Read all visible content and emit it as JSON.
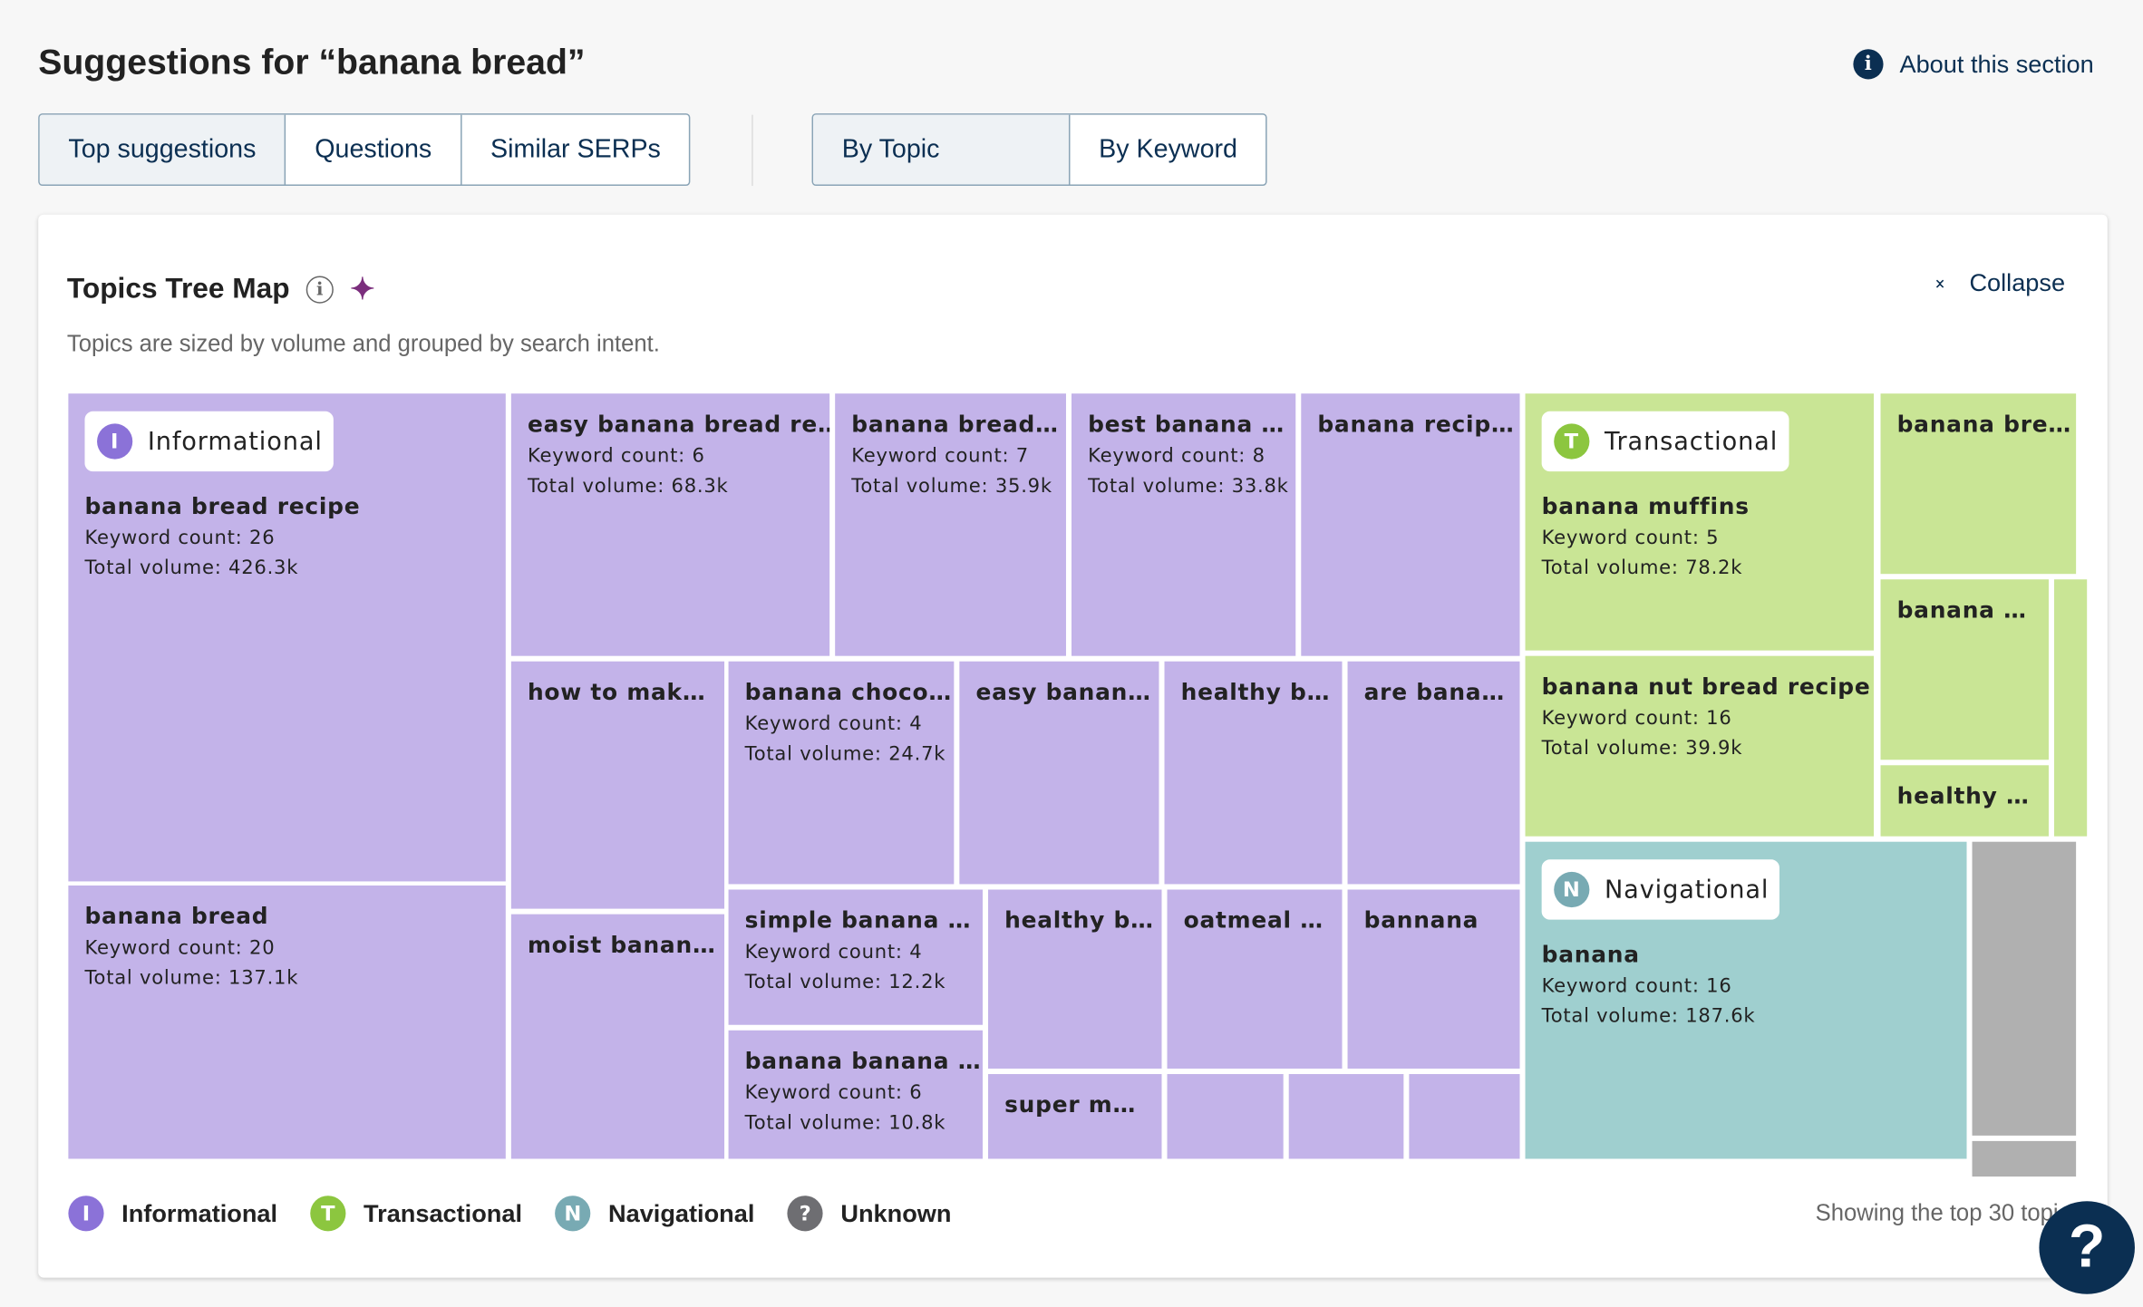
{
  "header": {
    "title": "Suggestions for “banana bread”",
    "about_label": "About this section",
    "about_icon": "info-icon"
  },
  "tabs": [
    {
      "label": "Top suggestions",
      "active": true
    },
    {
      "label": "Questions",
      "active": false
    },
    {
      "label": "Similar SERPs",
      "active": false
    }
  ],
  "view_toggle": [
    {
      "label": "By Topic",
      "active": true
    },
    {
      "label": "By Keyword",
      "active": false
    }
  ],
  "card": {
    "title": "Topics Tree Map",
    "subtitle": "Topics are sized by volume and grouped by search intent.",
    "collapse_label": "Collapse",
    "info_glyph": "i",
    "sparkle_glyph": "✦"
  },
  "intents": {
    "informational": {
      "label": "Informational",
      "letter": "I",
      "icon_color": "#8b72d8",
      "fill": "#c3b3e9"
    },
    "transactional": {
      "label": "Transactional",
      "letter": "T",
      "icon_color": "#8cc63f",
      "fill": "#c9e595"
    },
    "navigational": {
      "label": "Navigational",
      "letter": "N",
      "icon_color": "#78aab3",
      "fill": "#9fcfcf"
    },
    "unknown": {
      "label": "Unknown",
      "letter": "?",
      "icon_color": "#6e6e72",
      "fill": "#b0b0b0"
    }
  },
  "chart_data": {
    "type": "treemap",
    "kw_label": "Keyword count: ",
    "vol_label": "Total volume: ",
    "cells": [
      {
        "intent": "informational",
        "name": "banana bread recipe",
        "keyword_count": 26,
        "volume": "426.3k",
        "group_badge": true
      },
      {
        "intent": "informational",
        "name": "banana bread",
        "keyword_count": 20,
        "volume": "137.1k"
      },
      {
        "intent": "informational",
        "name": "easy banana bread re…",
        "keyword_count": 6,
        "volume": "68.3k"
      },
      {
        "intent": "informational",
        "name": "banana bread…",
        "keyword_count": 7,
        "volume": "35.9k"
      },
      {
        "intent": "informational",
        "name": "best banana …",
        "keyword_count": 8,
        "volume": "33.8k"
      },
      {
        "intent": "informational",
        "name": "banana recip…"
      },
      {
        "intent": "informational",
        "name": "how to mak…"
      },
      {
        "intent": "informational",
        "name": "moist banan…"
      },
      {
        "intent": "informational",
        "name": "banana choco…",
        "keyword_count": 4,
        "volume": "24.7k"
      },
      {
        "intent": "informational",
        "name": "easy banan…"
      },
      {
        "intent": "informational",
        "name": "healthy b…"
      },
      {
        "intent": "informational",
        "name": "are bana…"
      },
      {
        "intent": "informational",
        "name": "simple banana …",
        "keyword_count": 4,
        "volume": "12.2k"
      },
      {
        "intent": "informational",
        "name": "banana banana …",
        "keyword_count": 6,
        "volume": "10.8k"
      },
      {
        "intent": "informational",
        "name": "healthy b…"
      },
      {
        "intent": "informational",
        "name": "oatmeal …"
      },
      {
        "intent": "informational",
        "name": "bannana"
      },
      {
        "intent": "informational",
        "name": "super m…"
      },
      {
        "intent": "informational",
        "name": ""
      },
      {
        "intent": "informational",
        "name": ""
      },
      {
        "intent": "informational",
        "name": ""
      },
      {
        "intent": "transactional",
        "name": "banana muffins",
        "keyword_count": 5,
        "volume": "78.2k",
        "group_badge": true
      },
      {
        "intent": "transactional",
        "name": "banana nut bread recipe",
        "keyword_count": 16,
        "volume": "39.9k"
      },
      {
        "intent": "transactional",
        "name": "banana bre…"
      },
      {
        "intent": "transactional",
        "name": "banana …"
      },
      {
        "intent": "transactional",
        "name": "healthy …"
      },
      {
        "intent": "transactional",
        "name": ""
      },
      {
        "intent": "navigational",
        "name": "banana",
        "keyword_count": 16,
        "volume": "187.6k",
        "group_badge": true
      },
      {
        "intent": "unknown",
        "name": ""
      },
      {
        "intent": "unknown",
        "name": ""
      }
    ],
    "legend_order": [
      "informational",
      "transactional",
      "navigational",
      "unknown"
    ],
    "legend_placement": "bottom-left"
  },
  "footer": {
    "showing_text": "Showing the top 30 topi",
    "help_glyph": "?"
  }
}
